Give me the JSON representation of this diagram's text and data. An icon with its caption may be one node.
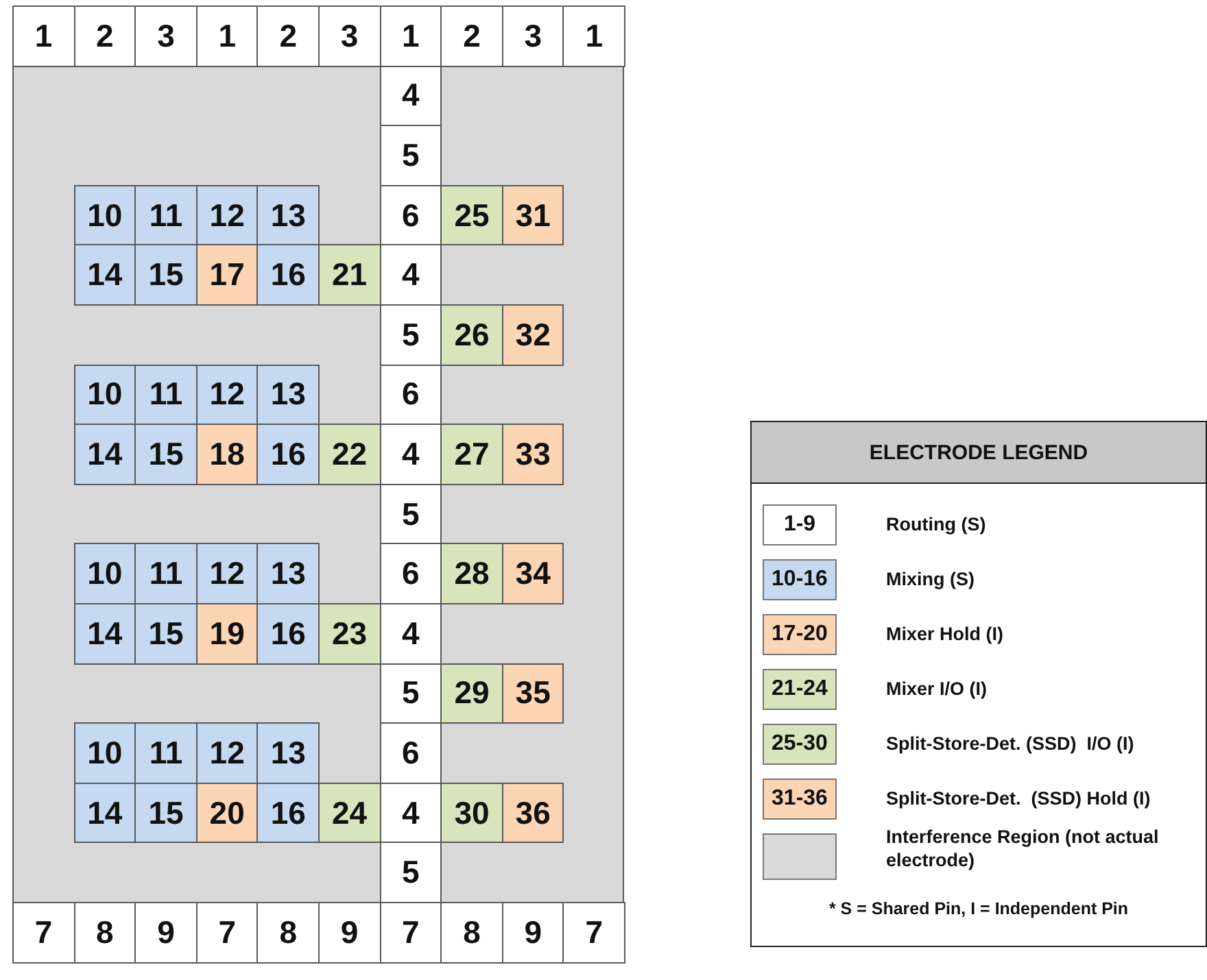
{
  "diagram": {
    "nodes": [
      {
        "text": [
          "1"
        ]
      },
      {
        "text": [
          "2"
        ]
      },
      {
        "text": [
          "3"
        ]
      },
      {
        "text": [
          "1"
        ]
      },
      {
        "text": [
          "2"
        ]
      },
      {
        "text": [
          "3"
        ]
      },
      {
        "text": [
          "1"
        ]
      },
      {
        "text": [
          "2"
        ]
      },
      {
        "text": [
          "3"
        ]
      },
      {
        "text": [
          "1"
        ]
      },
      {
        "text": [
          "4"
        ]
      },
      {
        "text": [
          "5"
        ]
      },
      {
        "text": [
          "10"
        ]
      },
      {
        "text": [
          "11"
        ]
      },
      {
        "text": [
          "12"
        ]
      },
      {
        "text": [
          "13"
        ]
      },
      {
        "text": [
          "6"
        ]
      },
      {
        "text": [
          "25"
        ]
      },
      {
        "text": [
          "31"
        ]
      },
      {
        "text": [
          "14"
        ]
      },
      {
        "text": [
          "15"
        ]
      },
      {
        "text": [
          "17"
        ]
      },
      {
        "text": [
          "16"
        ]
      },
      {
        "text": [
          "21"
        ]
      },
      {
        "text": [
          "4"
        ]
      },
      {
        "text": [
          "5"
        ]
      },
      {
        "text": [
          "26"
        ]
      },
      {
        "text": [
          "32"
        ]
      },
      {
        "text": [
          "10"
        ]
      },
      {
        "text": [
          "11"
        ]
      },
      {
        "text": [
          "12"
        ]
      },
      {
        "text": [
          "13"
        ]
      },
      {
        "text": [
          "6"
        ]
      },
      {
        "text": [
          "14"
        ]
      },
      {
        "text": [
          "15"
        ]
      },
      {
        "text": [
          "18"
        ]
      },
      {
        "text": [
          "16"
        ]
      },
      {
        "text": [
          "22"
        ]
      },
      {
        "text": [
          "4"
        ]
      },
      {
        "text": [
          "27"
        ]
      },
      {
        "text": [
          "33"
        ]
      },
      {
        "text": [
          "5"
        ]
      },
      {
        "text": [
          "10"
        ]
      },
      {
        "text": [
          "11"
        ]
      },
      {
        "text": [
          "12"
        ]
      },
      {
        "text": [
          "13"
        ]
      },
      {
        "text": [
          "6"
        ]
      },
      {
        "text": [
          "28"
        ]
      },
      {
        "text": [
          "34"
        ]
      },
      {
        "text": [
          "14"
        ]
      },
      {
        "text": [
          "15"
        ]
      },
      {
        "text": [
          "19"
        ]
      },
      {
        "text": [
          "16"
        ]
      },
      {
        "text": [
          "23"
        ]
      },
      {
        "text": [
          "4"
        ]
      },
      {
        "text": [
          "5"
        ]
      },
      {
        "text": [
          "29"
        ]
      },
      {
        "text": [
          "35"
        ]
      },
      {
        "text": [
          "10"
        ]
      },
      {
        "text": [
          "11"
        ]
      },
      {
        "text": [
          "12"
        ]
      },
      {
        "text": [
          "13"
        ]
      },
      {
        "text": [
          "6"
        ]
      },
      {
        "text": [
          "14"
        ]
      },
      {
        "text": [
          "15"
        ]
      },
      {
        "text": [
          "20"
        ]
      },
      {
        "text": [
          "16"
        ]
      },
      {
        "text": [
          "24"
        ]
      },
      {
        "text": [
          "4"
        ]
      },
      {
        "text": [
          "30"
        ]
      },
      {
        "text": [
          "36"
        ]
      },
      {
        "text": [
          "5"
        ]
      },
      {
        "text": [
          "7"
        ]
      },
      {
        "text": [
          "8"
        ]
      },
      {
        "text": [
          "9"
        ]
      },
      {
        "text": [
          "7"
        ]
      },
      {
        "text": [
          "8"
        ]
      },
      {
        "text": [
          "9"
        ]
      },
      {
        "text": [
          "7"
        ]
      },
      {
        "text": [
          "8"
        ]
      },
      {
        "text": [
          "9"
        ]
      },
      {
        "text": [
          "7"
        ]
      }
    ],
    "edges": [],
    "labels": [
      "ELECTRODE LEGEND",
      "1-9",
      "10-16",
      "17-20",
      "21-24",
      "25-30",
      "31-36",
      "* S = Shared Pin, I = Independent Pin"
    ],
    "legend": [
      {
        "text": "Routing (S)",
        "color": "#ffffff"
      },
      {
        "text": "Mixing (S)",
        "color": "#c5d9f1"
      },
      {
        "text": "Mixer Hold (I)",
        "color": "#fcd5b5"
      },
      {
        "text": "Mixer I/O (I)",
        "color": "#d8e4bc"
      },
      {
        "text": "Split-Store-Det. (SSD)  I/O (I)",
        "color": "#d8e4bc"
      },
      {
        "text": "Split-Store-Det.  (SSD) Hold (I)",
        "color": "#fcd5b5"
      },
      {
        "text": "Interference Region (not actual electrode)",
        "color": "#d9d9d9"
      }
    ]
  }
}
